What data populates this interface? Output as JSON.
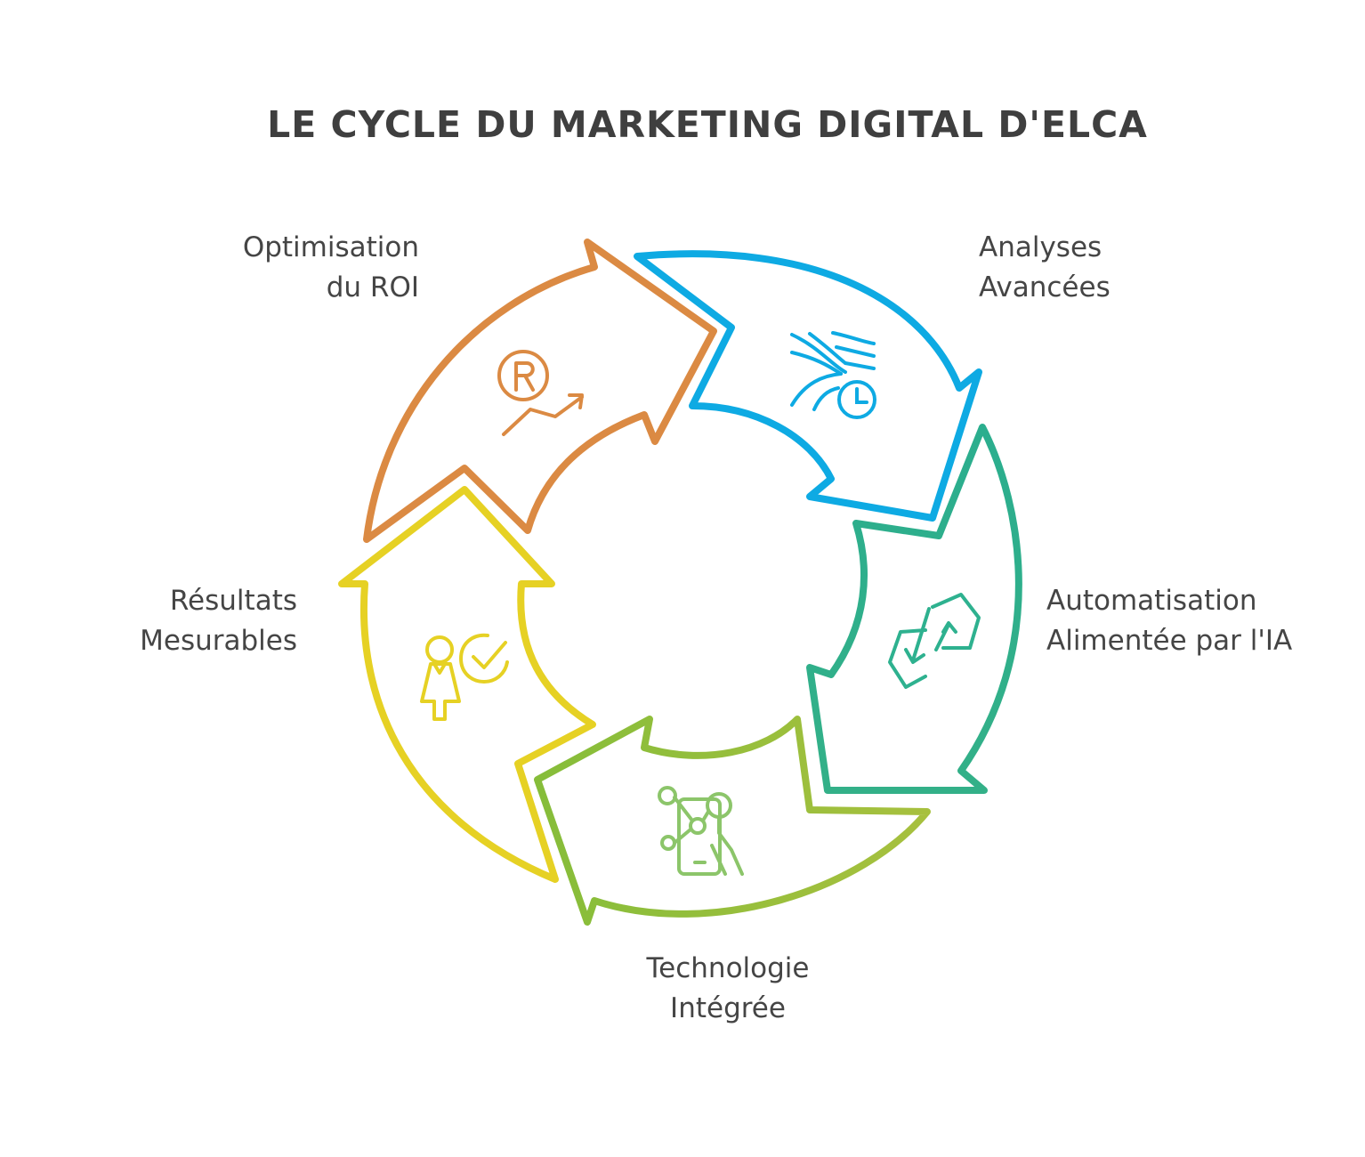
{
  "title": "LE CYCLE DU MARKETING DIGITAL D'ELCA",
  "stages": [
    {
      "id": "roi",
      "line1": "Optimisation",
      "line2": "du ROI",
      "color": "#DB8A43",
      "icon": "registered-growth-icon"
    },
    {
      "id": "analyses",
      "line1": "Analyses",
      "line2": "Avancées",
      "color": "#0EAAE3",
      "icon": "data-streams-clock-icon"
    },
    {
      "id": "automation",
      "line1": "Automatisation",
      "line2": "Alimentée par l'IA",
      "color": "#2EB18F",
      "icon": "hexagon-exchange-icon"
    },
    {
      "id": "technology",
      "line1": "Technologie",
      "line2": "Intégrée",
      "color": "#97BD3C",
      "icon": "smartphone-network-icon"
    },
    {
      "id": "results",
      "line1": "Résultats",
      "line2": "Mesurables",
      "color": "#E6D124",
      "icon": "person-checkmark-icon"
    }
  ]
}
